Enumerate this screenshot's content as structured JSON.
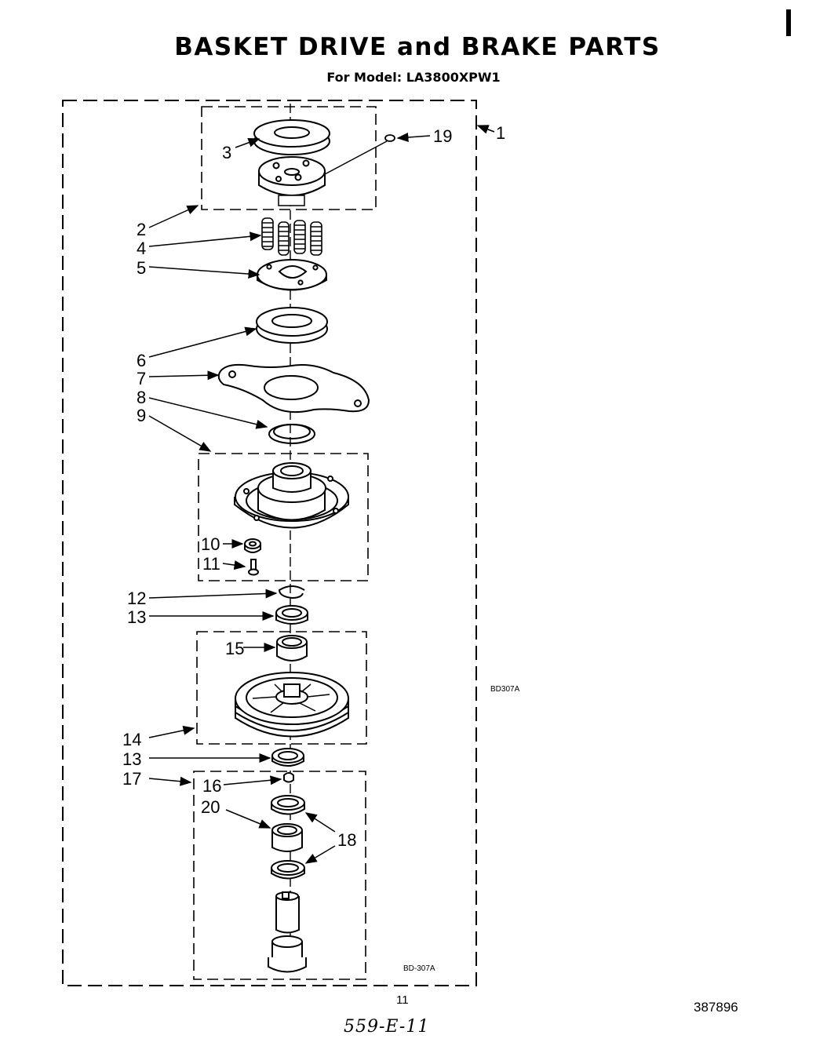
{
  "title": "BASKET DRIVE and BRAKE PARTS",
  "subtitle": "For Model: LA3800XPW1",
  "callouts": [
    {
      "label": "1"
    },
    {
      "label": "2"
    },
    {
      "label": "3"
    },
    {
      "label": "4"
    },
    {
      "label": "5"
    },
    {
      "label": "6"
    },
    {
      "label": "7"
    },
    {
      "label": "8"
    },
    {
      "label": "9"
    },
    {
      "label": "10"
    },
    {
      "label": "11"
    },
    {
      "label": "12"
    },
    {
      "label": "13"
    },
    {
      "label": "15"
    },
    {
      "label": "14"
    },
    {
      "label": "13"
    },
    {
      "label": "17"
    },
    {
      "label": "16"
    },
    {
      "label": "20"
    },
    {
      "label": "18"
    },
    {
      "label": "19"
    }
  ],
  "reference_codes": {
    "side": "BD307A",
    "bottom": "BD-307A"
  },
  "page_number": "11",
  "document_number": "387896",
  "handwritten_note": "559-E-11"
}
